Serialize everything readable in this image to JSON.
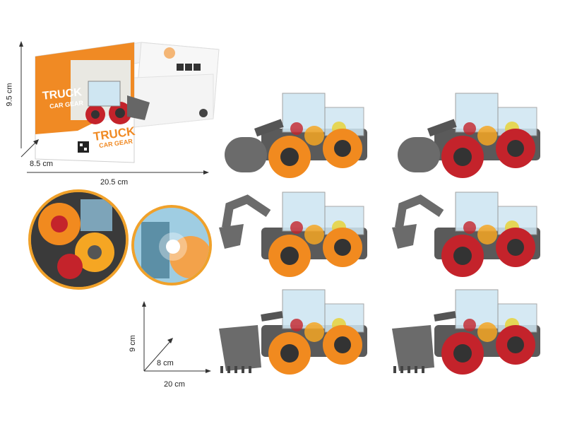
{
  "box": {
    "brand_word": "TRUCK",
    "brand_sub": "CAR GEAR",
    "height_label": "9.5 cm",
    "depth_label": "8.5 cm",
    "width_label": "20.5 cm",
    "colors": {
      "face": "#ffffff",
      "accent": "#f08a24",
      "side": "#eeeeee"
    }
  },
  "toy_dimensions": {
    "height_label": "9 cm",
    "depth_label": "8 cm",
    "width_label": "20 cm"
  },
  "variants": [
    {
      "attachment": "roller",
      "wheel_color": "#f18a1f"
    },
    {
      "attachment": "roller",
      "wheel_color": "#c4232b"
    },
    {
      "attachment": "excavator",
      "wheel_color": "#f18a1f"
    },
    {
      "attachment": "excavator",
      "wheel_color": "#c4232b"
    },
    {
      "attachment": "bulldozer",
      "wheel_color": "#f18a1f"
    },
    {
      "attachment": "bulldozer",
      "wheel_color": "#c4232b"
    }
  ],
  "details": [
    {
      "name": "gears-closeup"
    },
    {
      "name": "light-closeup"
    }
  ],
  "colors": {
    "body_gray": "#5a5a5a",
    "attachment_gray": "#6b6b6b",
    "transparent_body": "#cfe6f2",
    "circle_border": "#f0a12a"
  }
}
